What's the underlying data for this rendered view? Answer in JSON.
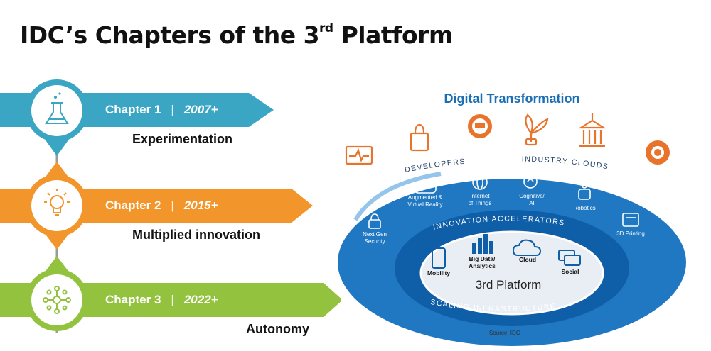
{
  "title": {
    "main": "IDC’s Chapters of the 3",
    "sup": "rd",
    "tail": " Platform"
  },
  "chapters": [
    {
      "label": "Chapter 1",
      "sep": "|",
      "year": "2007+",
      "theme": "Experimentation",
      "icon": "flask-icon",
      "color": "#3aa6c4"
    },
    {
      "label": "Chapter 2",
      "sep": "|",
      "year": "2015+",
      "theme": "Multiplied innovation",
      "icon": "lightbulb-icon",
      "color": "#f2962b"
    },
    {
      "label": "Chapter 3",
      "sep": "|",
      "year": "2022+",
      "theme": "Autonomy",
      "icon": "network-hub-icon",
      "color": "#93c23f"
    }
  ],
  "diagram": {
    "heading": "Digital Transformation",
    "top_icons": [
      "heartbeat-monitor-icon",
      "shopping-bag-icon",
      "badge-icon",
      "plant-plug-icon",
      "government-building-icon",
      "money-network-icon"
    ],
    "arc_left": "DEVELOPERS",
    "arc_right": "INDUSTRY CLOUDS",
    "accelerators_label": "INNOVATION ACCELERATORS",
    "accelerators": [
      {
        "label1": "Augmented &",
        "label2": "Virtual Reality",
        "icon": "vr-headset-icon"
      },
      {
        "label1": "Internet",
        "label2": "of Things",
        "icon": "iot-globe-icon"
      },
      {
        "label1": "Cognitive/",
        "label2": "AI",
        "icon": "brain-icon"
      },
      {
        "label1": "Robotics",
        "label2": "",
        "icon": "robot-icon"
      },
      {
        "label1": "3D Printing",
        "label2": "",
        "icon": "printer-3d-icon"
      },
      {
        "label1": "Next Gen",
        "label2": "Security",
        "icon": "lock-icon"
      }
    ],
    "platform_items": [
      {
        "label1": "Mobility",
        "label2": "",
        "icon": "phone-icon"
      },
      {
        "label1": "Big Data/",
        "label2": "Analytics",
        "icon": "bar-chart-icon"
      },
      {
        "label1": "Cloud",
        "label2": "",
        "icon": "cloud-icon"
      },
      {
        "label1": "Social",
        "label2": "",
        "icon": "chat-bubbles-icon"
      }
    ],
    "platform_label": "3rd Platform",
    "infrastructure_label": "SCALING INFRASTRUCTURE",
    "source": "Source: IDC",
    "colors": {
      "heading": "#1b6fb5",
      "orange": "#e8742c",
      "outer": "#1f78c1",
      "inner": "#0f5ea8",
      "core": "#e9eef4"
    }
  }
}
